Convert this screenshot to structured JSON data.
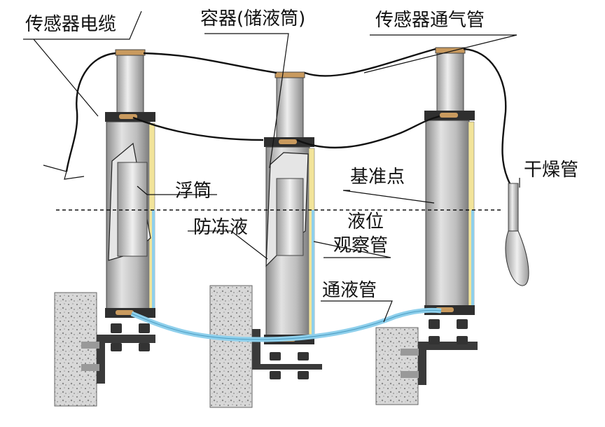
{
  "labels": {
    "sensor_cable": "传感器电缆",
    "container": "容器(储液筒)",
    "vent_tube": "传感器通气管",
    "float": "浮筒",
    "datum_point": "基准点",
    "drying_tube": "干燥管",
    "antifreeze": "防冻液",
    "level_tube_1": "液位",
    "level_tube_2": "观察管",
    "connecting_tube": "通液管"
  },
  "colors": {
    "liquid": "#8fd0ec",
    "cylinder": "#b8b8b8",
    "copper": "#c99a5e",
    "scale": "#f2e49a",
    "concrete": "#cfcfcf"
  }
}
